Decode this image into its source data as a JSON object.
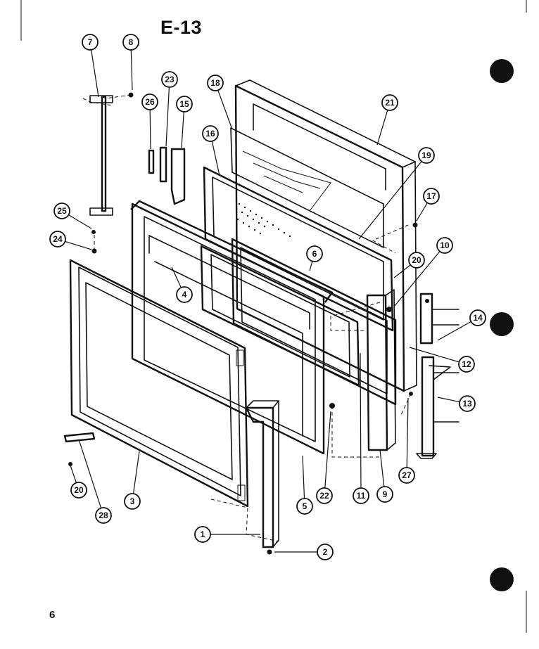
{
  "page": {
    "title": "E-13",
    "page_number": "6"
  },
  "callouts": [
    {
      "key": "p1",
      "label": "1"
    },
    {
      "key": "p2",
      "label": "2"
    },
    {
      "key": "p3",
      "label": "3"
    },
    {
      "key": "p4",
      "label": "4"
    },
    {
      "key": "p5",
      "label": "5"
    },
    {
      "key": "p6",
      "label": "6"
    },
    {
      "key": "p7",
      "label": "7"
    },
    {
      "key": "p8",
      "label": "8"
    },
    {
      "key": "p9",
      "label": "9"
    },
    {
      "key": "p10",
      "label": "10"
    },
    {
      "key": "p11",
      "label": "11"
    },
    {
      "key": "p12",
      "label": "12"
    },
    {
      "key": "p13",
      "label": "13"
    },
    {
      "key": "p14",
      "label": "14"
    },
    {
      "key": "p15",
      "label": "15"
    },
    {
      "key": "p16",
      "label": "16"
    },
    {
      "key": "p17",
      "label": "17"
    },
    {
      "key": "p18",
      "label": "18"
    },
    {
      "key": "p19",
      "label": "19"
    },
    {
      "key": "p20a",
      "label": "20"
    },
    {
      "key": "p20b",
      "label": "20"
    },
    {
      "key": "p21",
      "label": "21"
    },
    {
      "key": "p22",
      "label": "22"
    },
    {
      "key": "p23",
      "label": "23"
    },
    {
      "key": "p24",
      "label": "24"
    },
    {
      "key": "p25",
      "label": "25"
    },
    {
      "key": "p26",
      "label": "26"
    },
    {
      "key": "p27",
      "label": "27"
    },
    {
      "key": "p28",
      "label": "28"
    }
  ]
}
